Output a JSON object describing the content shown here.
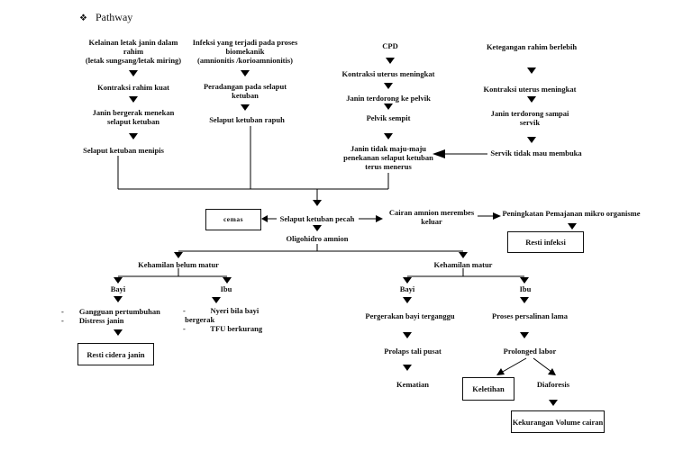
{
  "title": {
    "icon": "❖",
    "label": "Pathway"
  },
  "colors": {
    "background": "#ffffff",
    "ink": "#000000"
  },
  "nodes": {
    "kelainan_letak": "Kelainan letak janin dalam\nrahim\n(letak sungsang/letak miring)",
    "kontraksi_rahim_kuat": "Kontraksi rahim kuat",
    "janin_bergerak_menekan": "Janin bergerak menekan\nselaput ketuban",
    "selaput_menipis": "Selaput ketuban menipis",
    "infeksi_biomekanik": "Infeksi yang terjadi pada proses\nbiomekanik\n(amnionitis /korioamnionitis)",
    "peradangan_selaput": "Peradangan pada selaput\nketuban",
    "selaput_rapuh": "Selaput ketuban rapuh",
    "cpd": "CPD",
    "kontraksi_uterus_meningkat_1": "Kontraksi uterus meningkat",
    "janin_terdorong_pelvik": "Janin terdorong ke pelvik",
    "pelvik_sempit": "Pelvik sempit",
    "janin_tidak_maju": "Janin tidak maju-maju\npenekanan selaput ketuban\nterus menerus",
    "ketegangan_rahim": "Ketegangan rahim berlebih",
    "kontraksi_uterus_meningkat_2": "Kontraksi uterus meningkat",
    "janin_terdorong_servik": "Janin terdorong sampai\nservik",
    "servik_tidak_membuka": "Servik tidak mau membuka",
    "cemas": "cemas",
    "selaput_pecah": "Selaput ketuban pecah",
    "cairan_merembes": "Cairan amnion merembes\nkeluar",
    "pemajanan_mikro": "Peningkatan Pemajanan mikro organisme",
    "resti_infeksi": "Resti infeksi",
    "oligohidro": "Oligohidro amnion",
    "kehamilan_belum_matur": "Kehamilan belum matur",
    "kehamilan_matur": "Kehamilan matur",
    "bayi_kiri": "Bayi",
    "ibu_kiri": "Ibu",
    "bayi_kanan": "Bayi",
    "ibu_kanan": "Ibu",
    "daftar_bayi_kiri": "-        Gangguan pertumbuhan\n-        Distress janin",
    "resti_cidera": "Resti cidera janin",
    "daftar_ibu_kiri": "-             Nyeri bila bayi\n bergerak\n-             TFU berkurang",
    "pergerakan_terganggu": "Pergerakan bayi terganggu",
    "prolaps_tali": "Prolaps tali pusat",
    "kematian": "Kematian",
    "proses_persalinan_lama": "Proses persalinan lama",
    "prolonged_labor": "Prolonged labor",
    "keletihan": "Keletihan",
    "diaforesis": "Diaforesis",
    "kekurangan_volume": "Kekurangan Volume cairan"
  }
}
